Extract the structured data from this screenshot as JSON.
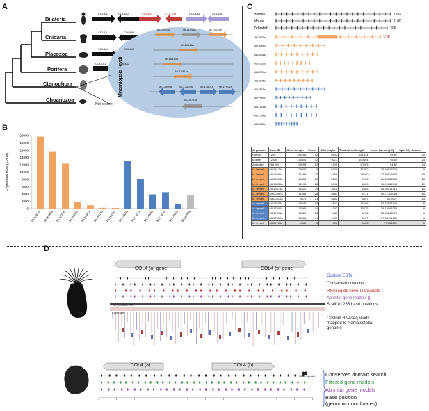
{
  "panels": {
    "A": {
      "label": "A",
      "organisms": [
        "Bilateria",
        "Cnidaria",
        "Placozoa",
        "Porifera",
        "Ctenophora",
        "Choanozoa"
      ],
      "gene_labels": {
        "bilateria": [
          "COL4A1",
          "COL4A2",
          "COL4A3",
          "COL4A4",
          "COL4A5",
          "COL4A6"
        ],
        "cnidaria": [
          "COL4A1",
          "COL4A6"
        ],
        "placozoa": [
          "COL4A1",
          "COL4A2"
        ],
        "porifera": [
          "COL4A1",
          "COL4A2"
        ]
      },
      "not_present": "Not present",
      "ellipse_title": "Mnemiopsis leydi",
      "ellipse_genes": [
        "ML00404a",
        "ML11445a",
        "ML10034b",
        "ML10346a",
        "ML18339a",
        "ML19374a",
        "ML17504a",
        "ML17503a",
        "ML17501a",
        "ML17502a",
        "ML09763a"
      ]
    },
    "B": {
      "label": "B",
      "chart_data": {
        "type": "bar",
        "categories": [
          "ML00404a",
          "ML00445a",
          "ML10034b",
          "ML18339a",
          "ML34461a",
          "ML18374a",
          "ML18372a",
          "ML17503a",
          "ML17501a",
          "ML17503a",
          "ML17504a",
          "ML17502a",
          "ML09763a"
        ],
        "values": [
          19700,
          15700,
          12300,
          1800,
          900,
          220,
          200,
          13000,
          8000,
          3900,
          4500,
          1300,
          3800
        ],
        "colors": [
          "#f0a460",
          "#f0a460",
          "#f0a460",
          "#f0a460",
          "#f0a460",
          "#f0a460",
          "#f0a460",
          "#4f7fbf",
          "#4f7fbf",
          "#4f7fbf",
          "#4f7fbf",
          "#4f7fbf",
          "#bbbbbb"
        ],
        "ylabel": "Expression level (FPKM)",
        "yticks": [
          "0",
          "2000",
          "4000",
          "6000",
          "8000",
          "10000",
          "12000",
          "14000",
          "16000",
          "18000",
          "20000"
        ],
        "ylim": [
          0,
          20000
        ]
      }
    },
    "C": {
      "label": "C",
      "tracks": [
        {
          "name": "Human",
          "size": "120K"
        },
        {
          "name": "Mouse",
          "size": "110K"
        },
        {
          "name": "Zebrafish",
          "size": "30K"
        },
        {
          "name": "ML18176a",
          "size": "23K"
        },
        {
          "name": "ML19461a",
          "size": ""
        },
        {
          "name": "ML18034a",
          "size": ""
        },
        {
          "name": "ML18339a",
          "size": ""
        },
        {
          "name": "ML19374a",
          "size": ""
        },
        {
          "name": "ML18346a",
          "size": ""
        },
        {
          "name": "ML17503a",
          "size": ""
        },
        {
          "name": "ML17502a",
          "size": ""
        },
        {
          "name": "ML17501a",
          "size": ""
        },
        {
          "name": "ML17504a",
          "size": ""
        },
        {
          "name": "ML09763a",
          "size": ""
        }
      ],
      "table": {
        "headers": [
          "Organism",
          "Gene ID",
          "Gene Length",
          "Exons",
          "CDS length",
          "Total Intron Length",
          "Intron Burden (%)",
          "Split Gly Codons"
        ],
        "rows": [
          [
            "Human",
            "1282",
            "158186",
            "52",
            "6532",
            "151314",
            "95.87",
            "24"
          ],
          [
            "Mouse",
            "12826",
            "114406",
            "52",
            "5013",
            "109444",
            "95.62",
            "24"
          ],
          [
            "Zebrafish",
            "556159",
            "95208",
            "52",
            "4905",
            "90263",
            "94.82",
            "24"
          ],
          [
            "M. leydei",
            "ML18176a",
            "23507",
            "9",
            "5805",
            "17702",
            "75.30512923",
            "0"
          ],
          [
            "M. leydei",
            "ML19461a",
            "21899",
            "32",
            "4959",
            "16940",
            "77.35510637",
            "13"
          ],
          [
            "M. leydei",
            "ML00404a",
            "14856",
            "22",
            "5658",
            "9178",
            "61.86035586",
            "13"
          ],
          [
            "M. leydei",
            "ML18339a",
            "12194",
            "22",
            "5496",
            "6698",
            "54.92861944",
            "10"
          ],
          [
            "M. leydei",
            "ML19374a",
            "11620",
            "19",
            "5115",
            "6505",
            "55.98019716",
            "10"
          ],
          [
            "M. leydei",
            "ML00397a",
            "11458",
            "28",
            "5687",
            "5771",
            "50.27326089",
            "10"
          ],
          [
            "M. leydei",
            "ML00416a",
            "9678",
            "21",
            "5262",
            "4497",
            "51.7627",
            "13"
          ],
          [
            "M. leydei",
            "ML17503a",
            "18247",
            "19",
            "3141",
            "15106",
            "82.78623145",
            "9"
          ],
          [
            "M. leydei",
            "ML17504a",
            "17666",
            "16",
            "4343",
            "13323",
            "75.42066259",
            "9"
          ],
          [
            "M. leydei",
            "ML17501a",
            "10629",
            "23",
            "4453",
            "6176",
            "58.08243079",
            "9"
          ],
          [
            "M. leydei",
            "ML17502a",
            "10404",
            "19",
            "4407",
            "5997",
            "57.64119181",
            "9"
          ],
          [
            "M. leydei",
            "ML09763a",
            "4069",
            "6",
            "906",
            "3163",
            "77.734087",
            "0"
          ]
        ],
        "row_types": [
          "v",
          "v",
          "v",
          "o",
          "o",
          "o",
          "o",
          "o",
          "o",
          "o",
          "b",
          "b",
          "b",
          "b",
          "g"
        ]
      }
    },
    "D": {
      "label": "D",
      "top": {
        "gene_a": "COL4 (a) gene",
        "gene_b": "COL4 (b) gene",
        "legend": [
          {
            "text": "Custom ESTs",
            "color": "#3b5bd6"
          },
          {
            "text": "Conserved domains",
            "color": "#222222"
          },
          {
            "text": "RNAseq de novo Transcripts",
            "color": "#c22020"
          },
          {
            "text": "Ab initio gene models []",
            "color": "#8a3fa0"
          },
          {
            "text": "Scaffold 235 base positions",
            "color": "#222222"
          },
          {
            "text": "Custom RNAseq reads mapped to Nematostella genome",
            "color": "#222222"
          }
        ],
        "scaffold_label": "NE_scaffold 235",
        "coverage_label": "Coverage"
      },
      "bottom": {
        "gene_a": "COL4 (a)",
        "gene_b": "COL4 (b)",
        "c4_label": "C4",
        "gxy_label": "GXY repeats",
        "legend": [
          {
            "text": "Conserved domain search",
            "color": "#222222"
          },
          {
            "text": "Filtered gene models",
            "color": "#2a8a3a"
          },
          {
            "text": "Ab initio gene models",
            "color": "#8a3fa0"
          },
          {
            "text": "Base position",
            "color": "#222222"
          },
          {
            "text": "(genomic coordinates)",
            "color": "#222222"
          }
        ]
      }
    }
  }
}
